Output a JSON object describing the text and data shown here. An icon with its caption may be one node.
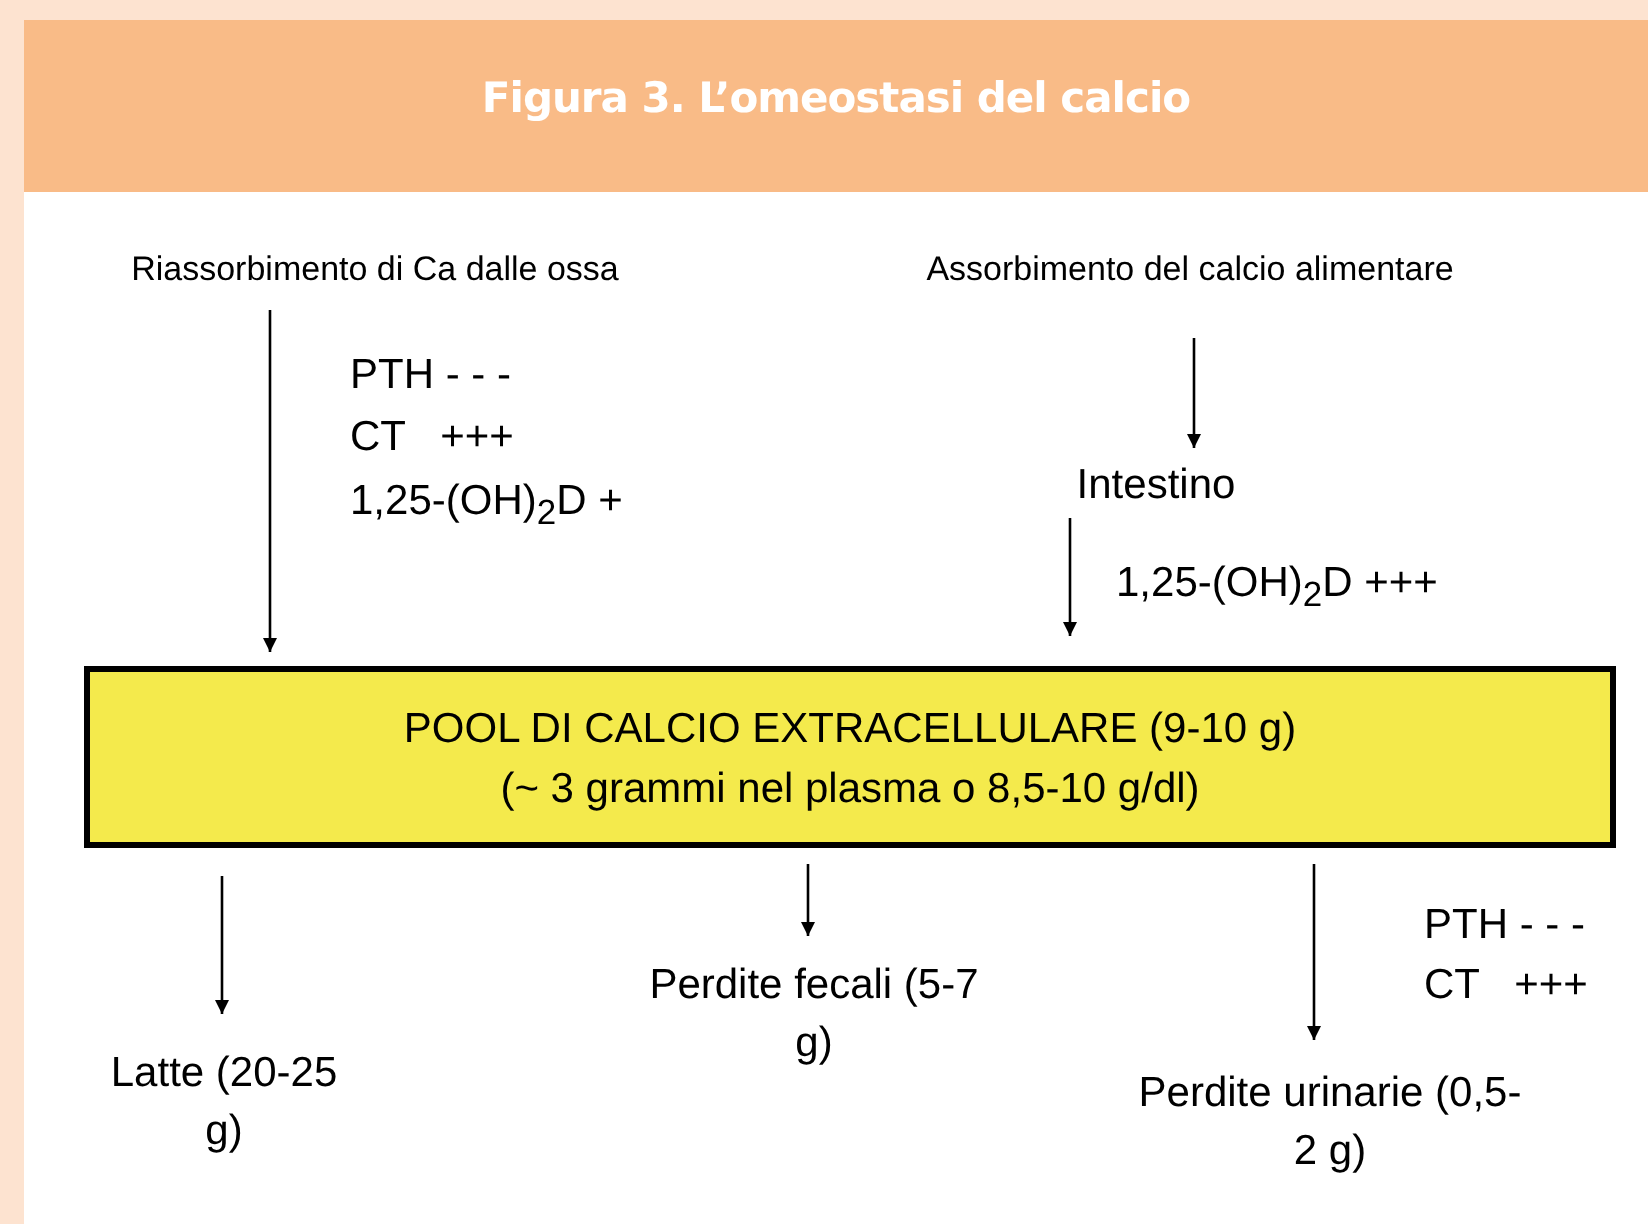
{
  "diagram": {
    "title": "Figura 3. L’omeostasi del calcio",
    "nodes": [
      {
        "text": [
          "Riassorbimento di Ca dalle ossa"
        ]
      },
      {
        "text": [
          "Assorbimento del calcio alimentare"
        ]
      },
      {
        "text": [
          "Intestino"
        ]
      },
      {
        "text": [
          "POOL DI CALCIO EXTRACELLULARE (9-10 g)",
          "(~ 3 grammi nel plasma o 8,5-10 g/dl)"
        ]
      },
      {
        "text": [
          "Latte (20-25 g)"
        ]
      },
      {
        "text": [
          "Perdite fecali (5-7 g)"
        ]
      },
      {
        "text": [
          "Perdite urinarie (0,5-2 g)"
        ]
      }
    ],
    "edges": [
      {
        "from": 0,
        "to": 3,
        "arrow": "to"
      },
      {
        "from": 1,
        "to": 2,
        "arrow": "to"
      },
      {
        "from": 2,
        "to": 3,
        "arrow": "to"
      },
      {
        "from": 3,
        "to": 4,
        "arrow": "to"
      },
      {
        "from": 3,
        "to": 5,
        "arrow": "to"
      },
      {
        "from": 3,
        "to": 6,
        "arrow": "to"
      }
    ],
    "labels": [
      "PTH - - -",
      "CT   +++",
      "1,25-(OH)$_{2}$D +",
      "1,25-(OH)$_{2}$D +++",
      "PTH - - -",
      "CT   +++"
    ]
  }
}
